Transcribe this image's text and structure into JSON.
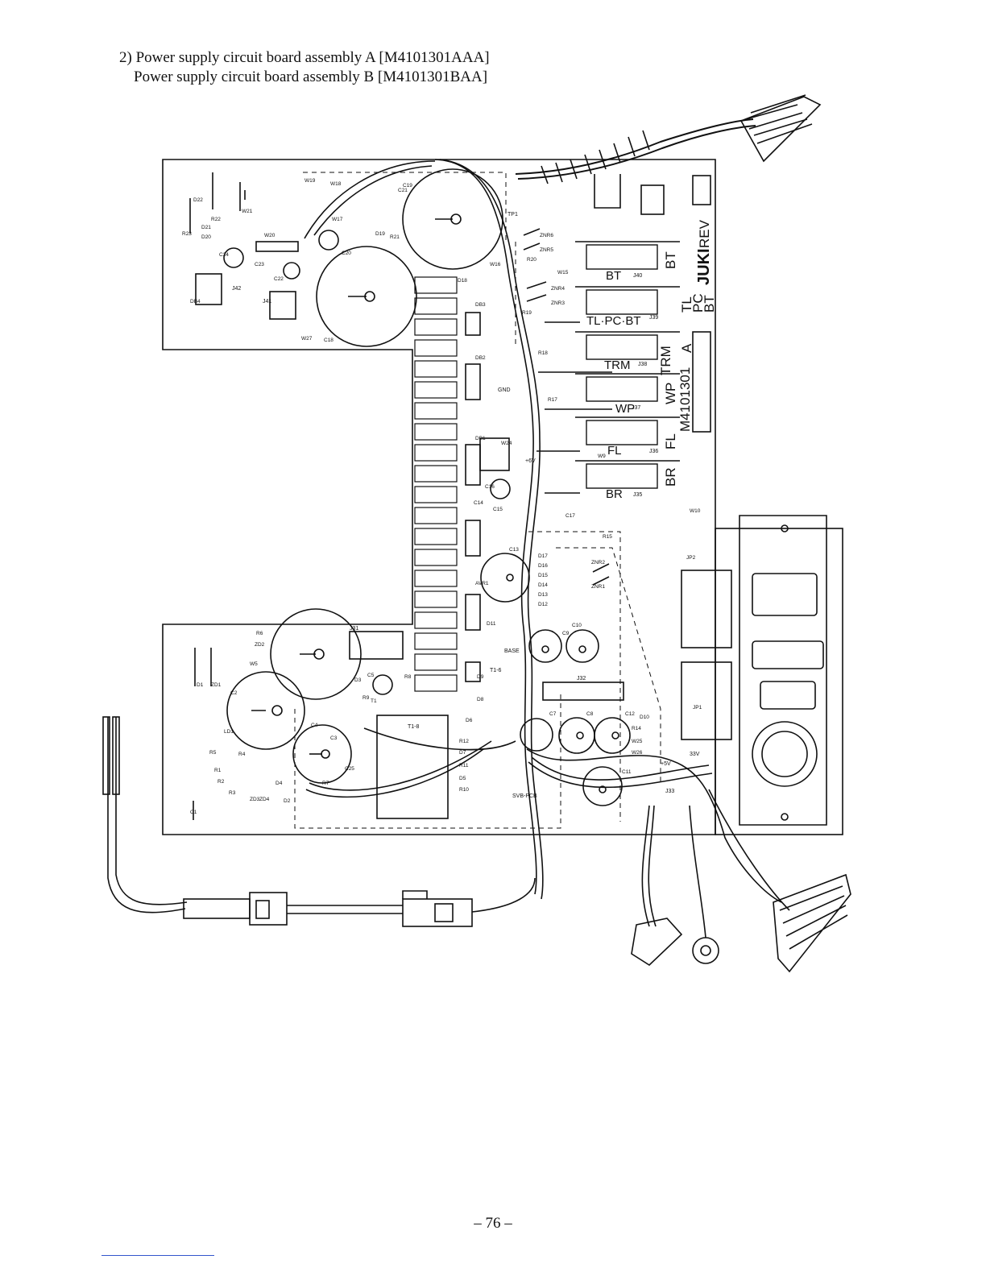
{
  "heading": {
    "line1": "2) Power supply circuit board assembly A [M4101301AAA]",
    "line2": "Power supply circuit board assembly B [M4101301BAA]"
  },
  "connectors": {
    "bt": "BT",
    "tlpcbt": "TL·PC·BT",
    "trm": "TRM",
    "wp": "WP",
    "fl": "FL",
    "br": "BR",
    "j40": "J40",
    "j39": "J39",
    "j38": "J38",
    "j37": "J37",
    "j36": "J36",
    "j35": "J35",
    "j31": "J31",
    "j32": "J32",
    "j33": "J33",
    "j41": "J41",
    "j42": "J42"
  },
  "side": {
    "rev": "REV",
    "bt": "BT",
    "tl": "TL",
    "pc": "PC",
    "bt2": "BT",
    "a": "A",
    "trm": "TRM",
    "wp": "WP",
    "fl": "FL",
    "br": "BR",
    "board_id": "M4101301",
    "brand": "JUKI"
  },
  "components": [
    "ZNR6",
    "ZNR5",
    "ZNR4",
    "ZNR3",
    "ZNR2",
    "ZNR1",
    "R20",
    "R19",
    "R18",
    "R17",
    "R15",
    "R14",
    "R12",
    "R11",
    "R10",
    "R9",
    "R8",
    "R7",
    "R6",
    "R5",
    "R4",
    "R3",
    "R2",
    "R1",
    "R21",
    "R22",
    "R23",
    "C1",
    "C2",
    "C3",
    "C4",
    "C5",
    "C7",
    "C8",
    "C9",
    "C10",
    "C11",
    "C12",
    "C13",
    "C14",
    "C15",
    "C16",
    "C17",
    "C18",
    "C19",
    "C20",
    "C21",
    "C22",
    "C23",
    "C24",
    "C25",
    "D1",
    "D2",
    "D3",
    "D4",
    "D5",
    "D6",
    "D7",
    "D8",
    "D9",
    "D10",
    "D11",
    "D12",
    "D13",
    "D14",
    "D15",
    "D16",
    "D17",
    "D18",
    "D19",
    "D20",
    "D21",
    "D22",
    "DB1",
    "DB2",
    "DB3",
    "DB4",
    "AVR1",
    "LD1",
    "ZD1",
    "ZD2",
    "ZD3",
    "ZD4",
    "W5",
    "W9",
    "W10",
    "W15",
    "W16",
    "W17",
    "W18",
    "W19",
    "W20",
    "W21",
    "W24",
    "W25",
    "W26",
    "W27",
    "JP1",
    "JP2",
    "T1"
  ],
  "labels": {
    "gnd": "GND",
    "base": "BASE",
    "plus5v": "+5V",
    "plus6v": "+6V",
    "v33": "33V",
    "svb_pcb": "SVB-PCB",
    "tp1": "TP1",
    "t1_8": "T1-8",
    "t1_6": "T1-6"
  },
  "footer": {
    "page_number": "– 76 –"
  }
}
